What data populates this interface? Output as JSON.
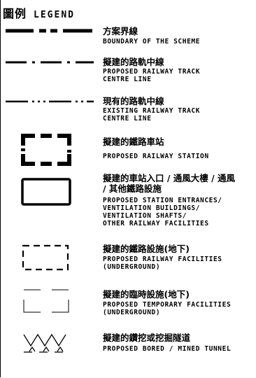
{
  "legend": {
    "title_zh": "圖例",
    "title_en": "LEGEND",
    "items": [
      {
        "zh": "方案界線",
        "en": [
          "BOUNDARY OF THE SCHEME"
        ]
      },
      {
        "zh": "擬建的路軌中線",
        "en": [
          "PROPOSED RAILWAY TRACK",
          "CENTRE LINE"
        ]
      },
      {
        "zh": "現有的路軌中線",
        "en": [
          "EXISTING RAILWAY TRACK",
          "CENTRE LINE"
        ]
      },
      {
        "zh": "擬建的鐵路車站",
        "en": [
          "PROPOSED RAILWAY STATION"
        ]
      },
      {
        "zh": [
          "擬建的車站入口 / 通風大樓 / 通風",
          "/ 其他鐵路設施"
        ],
        "en": [
          "PROPOSED STATION ENTRANCES/",
          "VENTILATION BUILDINGS/",
          "VENTILATION SHAFTS/",
          "OTHER RAILWAY FACILITIES"
        ]
      },
      {
        "zh": "擬建的鐵路設施(地下)",
        "en": [
          "PROPOSED RAILWAY FACILITIES",
          "(UNDERGROUND)"
        ]
      },
      {
        "zh": "擬建的臨時設施(地下)",
        "en": [
          "PROPOSED TEMPORARY FACILITIES",
          "(UNDERGROUND)"
        ]
      },
      {
        "zh": "擬建的鑽挖或挖掘隧道",
        "en": [
          "PROPOSED BORED / MINED TUNNEL"
        ]
      }
    ]
  }
}
